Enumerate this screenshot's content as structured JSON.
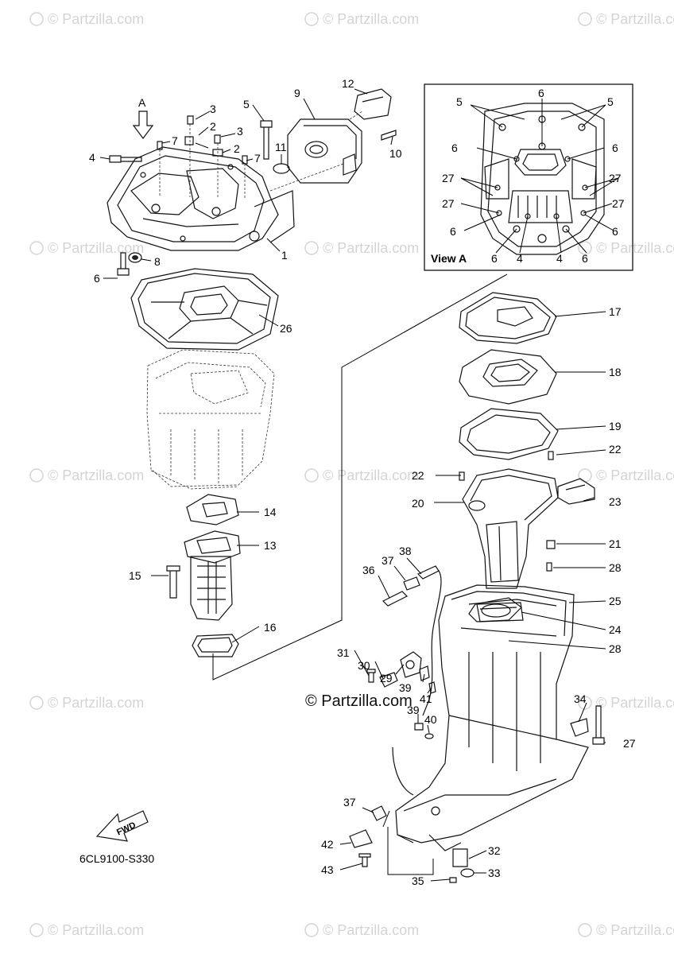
{
  "diagram": {
    "code": "6CL9100-S330",
    "view_label": "View A",
    "view_marker": "A",
    "fwd_label": "FWD",
    "copyright": "© Partzilla.com",
    "watermark": "© Partzilla.com"
  },
  "callouts": {
    "c1": "1",
    "c2a": "2",
    "c2b": "2",
    "c3a": "3",
    "c3b": "3",
    "c4": "4",
    "c5": "5",
    "c6": "6",
    "c7a": "7",
    "c7b": "7",
    "c8": "8",
    "c9": "9",
    "c10": "10",
    "c11": "11",
    "c12": "12",
    "c13": "13",
    "c14": "14",
    "c15": "15",
    "c16": "16",
    "c17": "17",
    "c18": "18",
    "c19": "19",
    "c20": "20",
    "c21": "21",
    "c22a": "22",
    "c22b": "22",
    "c23": "23",
    "c24": "24",
    "c25": "25",
    "c26": "26",
    "c27": "27",
    "c28a": "28",
    "c28b": "28",
    "c29": "29",
    "c30": "30",
    "c31": "31",
    "c32": "32",
    "c33": "33",
    "c34": "34",
    "c35": "35",
    "c36": "36",
    "c37a": "37",
    "c37b": "37",
    "c38": "38",
    "c39a": "39",
    "c39b": "39",
    "c40": "40",
    "c41": "41",
    "c42": "42",
    "c43": "43"
  },
  "view_a_callouts": {
    "v5a": "5",
    "v5b": "5",
    "v6top": "6",
    "v6l": "6",
    "v6r": "6",
    "v27a": "27",
    "v27b": "27",
    "v27c": "27",
    "v27d": "27",
    "v6bl": "6",
    "v6br": "6",
    "v6b1": "6",
    "v4a": "4",
    "v4b": "4",
    "v6b2": "6"
  }
}
